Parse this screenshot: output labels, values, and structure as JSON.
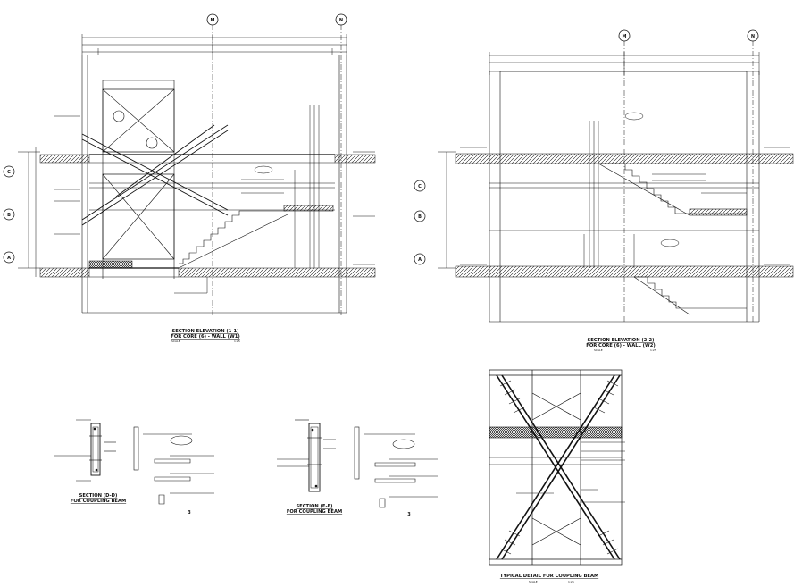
{
  "drawing": {
    "gridlines": [
      "M",
      "N"
    ],
    "levels": [
      "C",
      "B",
      "A"
    ],
    "section_numbers": [
      "3",
      "3"
    ],
    "titles": {
      "elevation_1": "SECTION ELEVATION (1-1)",
      "elevation_1_sub": "FOR CORE (6) - WALL (W1)",
      "elevation_2": "SECTION ELEVATION (2-2)",
      "elevation_2_sub": "FOR CORE (6) - WALL (W2)",
      "section_d": "SECTION (D-D)",
      "section_d_sub": "FOR COUPLING BEAM",
      "section_e": "SECTION (E-E)",
      "section_e_sub": "FOR COUPLING BEAM",
      "typical": "TYPICAL DETAIL FOR COUPLING BEAM"
    },
    "scale_label": "SCALE",
    "scale_value": "1:25"
  }
}
